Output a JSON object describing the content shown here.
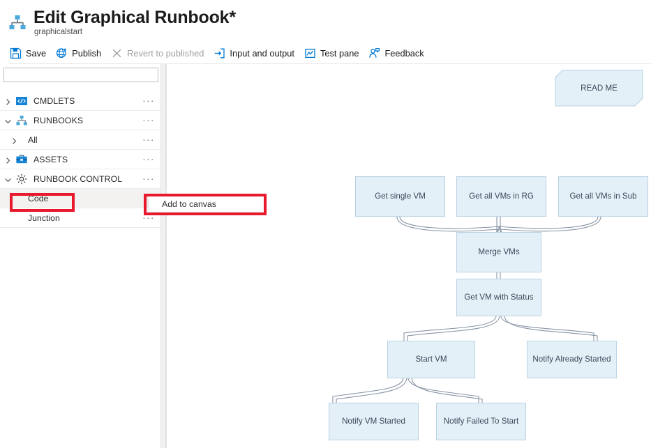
{
  "header": {
    "title": "Edit Graphical Runbook*",
    "subtitle": "graphicalstart",
    "ellipsis": "···",
    "icon": "runbook-hierarchy-icon"
  },
  "commandbar": {
    "buttons": [
      {
        "label": "Save",
        "icon": "save-floppy-icon",
        "disabled": false
      },
      {
        "label": "Publish",
        "icon": "publish-globe-icon",
        "disabled": false
      },
      {
        "label": "Revert to published",
        "icon": "revert-x-icon",
        "disabled": true
      },
      {
        "label": "Input and output",
        "icon": "input-output-icon",
        "disabled": false
      },
      {
        "label": "Test pane",
        "icon": "test-pane-chart-icon",
        "disabled": false
      },
      {
        "label": "Feedback",
        "icon": "feedback-person-icon",
        "disabled": false
      }
    ]
  },
  "sidebar": {
    "search": {
      "value": "",
      "placeholder": ""
    },
    "ellipsis": "···",
    "items": [
      {
        "label": "CMDLETS",
        "icon": "code-brackets-icon",
        "expanded": false,
        "level": 0,
        "has_chevron": true,
        "has_menu": true,
        "highlighted": false
      },
      {
        "label": "RUNBOOKS",
        "icon": "runbook-hierarchy-icon",
        "expanded": true,
        "level": 0,
        "has_chevron": true,
        "has_menu": true,
        "highlighted": false
      },
      {
        "label": "All",
        "icon": "",
        "expanded": false,
        "level": 1,
        "has_chevron": true,
        "has_menu": true,
        "highlighted": false
      },
      {
        "label": "ASSETS",
        "icon": "briefcase-icon",
        "expanded": false,
        "level": 0,
        "has_chevron": true,
        "has_menu": true,
        "highlighted": false
      },
      {
        "label": "RUNBOOK CONTROL",
        "icon": "gear-icon",
        "expanded": true,
        "level": 0,
        "has_chevron": true,
        "has_menu": true,
        "highlighted": false
      },
      {
        "label": "Code",
        "icon": "",
        "expanded": false,
        "level": 1,
        "has_chevron": false,
        "has_menu": false,
        "highlighted": true
      },
      {
        "label": "Junction",
        "icon": "",
        "expanded": false,
        "level": 1,
        "has_chevron": false,
        "has_menu": true,
        "highlighted": false
      }
    ]
  },
  "context_menu": {
    "items": [
      {
        "label": "Add to canvas"
      }
    ]
  },
  "annotations": {
    "color": "#e8192c",
    "boxes": [
      {
        "name": "code-item-highlight",
        "target": "Code"
      },
      {
        "name": "add-to-canvas-highlight",
        "target": "Add to canvas"
      }
    ]
  },
  "canvas": {
    "readme": {
      "label": "READ ME"
    },
    "nodes": [
      {
        "id": "get-single-vm",
        "label": "Get single VM"
      },
      {
        "id": "get-all-vms-in-rg",
        "label": "Get all VMs in RG"
      },
      {
        "id": "get-all-vms-in-sub",
        "label": "Get all VMs in Sub"
      },
      {
        "id": "merge-vms",
        "label": "Merge VMs"
      },
      {
        "id": "get-vm-with-status",
        "label": "Get VM with Status"
      },
      {
        "id": "start-vm",
        "label": "Start VM"
      },
      {
        "id": "notify-already-started",
        "label": "Notify Already Started"
      },
      {
        "id": "notify-vm-started",
        "label": "Notify VM Started"
      },
      {
        "id": "notify-failed-to-start",
        "label": "Notify Failed To Start"
      }
    ],
    "node_fill": "#e4f0f8",
    "node_border": "#b9d2e3",
    "connector_color": "#8794a5"
  }
}
